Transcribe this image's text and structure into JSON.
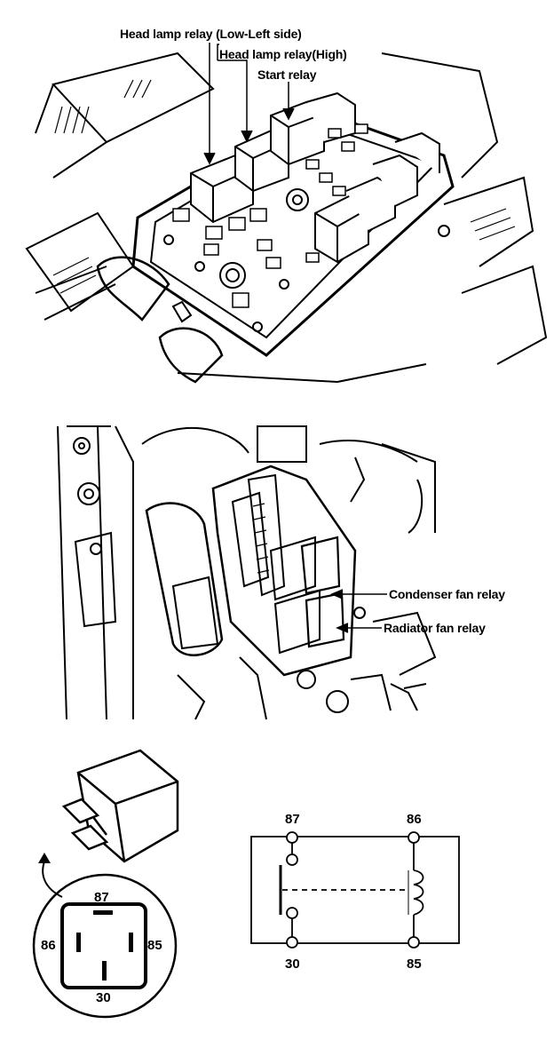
{
  "panel1": {
    "labels": {
      "headlamp_low_left": "Head lamp relay (Low-Left side)",
      "headlamp_high": "Head lamp relay(High)",
      "start_relay": "Start relay"
    }
  },
  "panel2": {
    "labels": {
      "condenser_fan": "Condenser fan relay",
      "radiator_fan": "Radiator fan relay"
    }
  },
  "panel3": {
    "connector_pins": {
      "top": "87",
      "left": "86",
      "right": "85",
      "bottom": "30"
    },
    "schematic_pins": {
      "top_left": "87",
      "top_right": "86",
      "bottom_left": "30",
      "bottom_right": "85"
    }
  }
}
